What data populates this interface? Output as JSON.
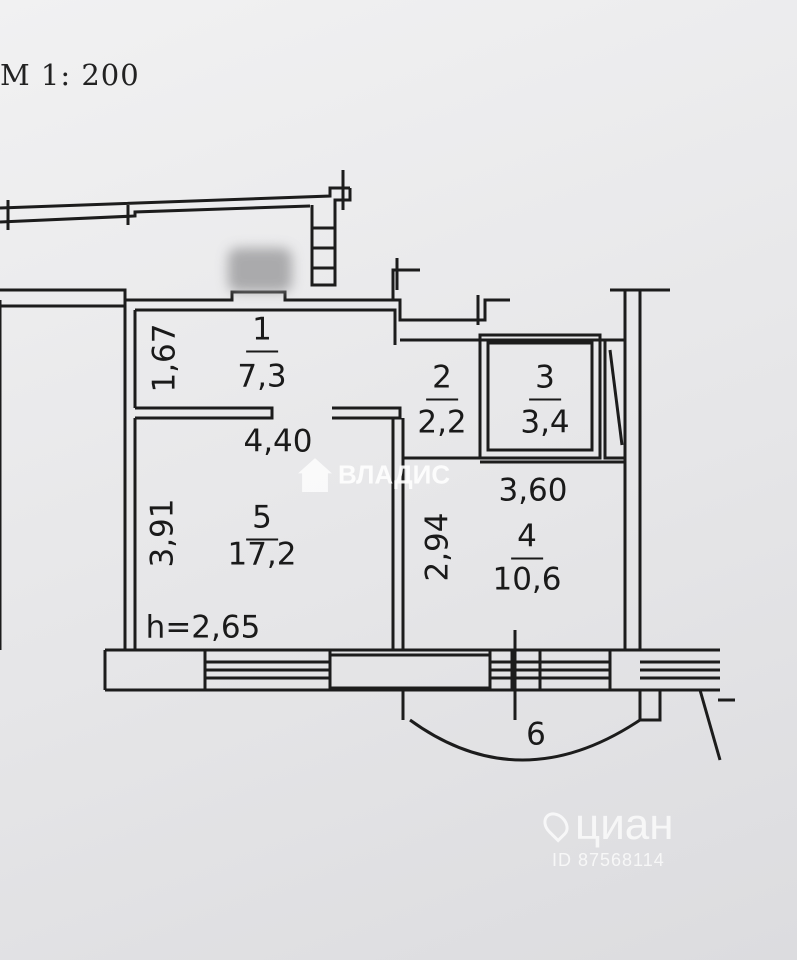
{
  "scale_text": "М  1: 200",
  "rooms": [
    {
      "id": "1",
      "number": "1",
      "area": "7,3"
    },
    {
      "id": "2",
      "number": "2",
      "area": "2,2"
    },
    {
      "id": "3",
      "number": "3",
      "area": "3,4"
    },
    {
      "id": "4",
      "number": "4",
      "area": "10,6"
    },
    {
      "id": "5",
      "number": "5",
      "area": "17,2"
    },
    {
      "id": "6",
      "number": "6"
    }
  ],
  "dimensions": {
    "d1": "1,67",
    "d2": "4,40",
    "d3": "3,91",
    "d4": "2,94",
    "d5": "3,60"
  },
  "ceiling_height": "h=2,65",
  "watermarks": {
    "vladis": "ВЛАДИС",
    "cian": "циан",
    "cian_id": "ID 87568114"
  },
  "colors": {
    "line": "#1c1c1c",
    "paper": "#ececee"
  }
}
